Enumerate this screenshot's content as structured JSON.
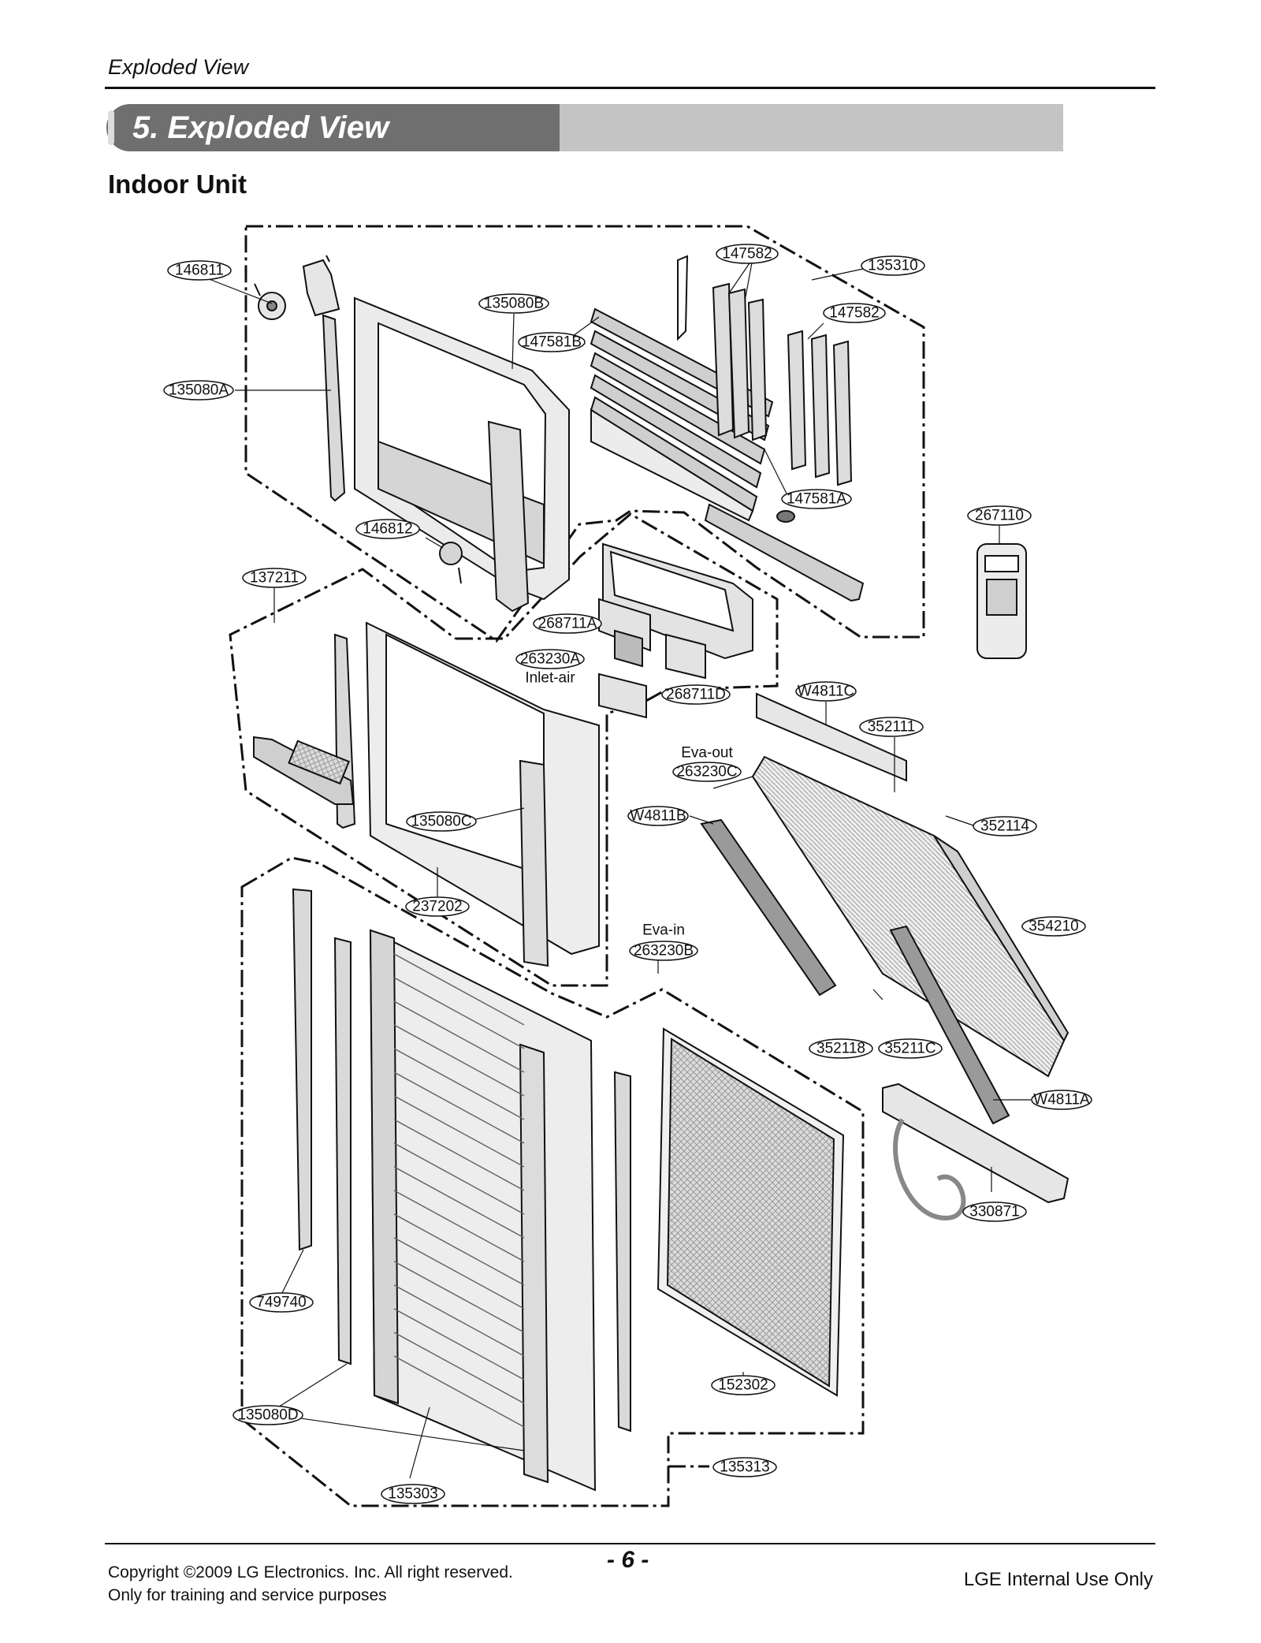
{
  "header": {
    "section_title": "Exploded View"
  },
  "banner": {
    "title": "5. Exploded View"
  },
  "subtitle": "Indoor Unit",
  "parts": {
    "p146811": "146811",
    "p135080A": "135080A",
    "p135080B": "135080B",
    "p147581B": "147581B",
    "p147582_top": "147582",
    "p135310": "135310",
    "p147582_mid": "147582",
    "p147581A": "147581A",
    "p267110": "267110",
    "p146812": "146812",
    "p137211": "137211",
    "p268711A": "268711A",
    "p263230A": "263230A",
    "p268711D": "268711D",
    "pW4811C": "W4811C",
    "p352111": "352111",
    "p263230C": "263230C",
    "pW4811B": "W4811B",
    "p135080C": "135080C",
    "p352114": "352114",
    "p237202": "237202",
    "p354210": "354210",
    "p263230B": "263230B",
    "p352118": "352118",
    "p35211C": "35211C",
    "pW4811A": "W4811A",
    "p330871": "330871",
    "p749740": "749740",
    "p152302": "152302",
    "p135080D": "135080D",
    "p135313": "135313",
    "p135303": "135303"
  },
  "captions": {
    "inlet_air": "Inlet-air",
    "eva_out": "Eva-out",
    "eva_in": "Eva-in"
  },
  "footer": {
    "copyright_line1": "Copyright ©2009 LG Electronics. Inc. All right reserved.",
    "copyright_line2": "Only for training and service purposes",
    "page_number": "- 6 -",
    "internal_note": "LGE Internal Use Only"
  }
}
